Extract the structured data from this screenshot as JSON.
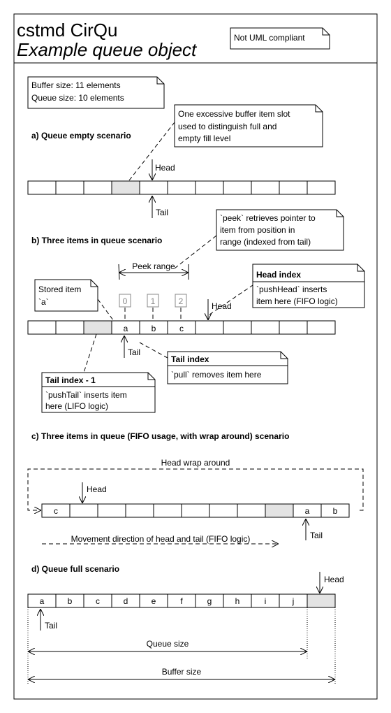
{
  "header": {
    "title": "cstmd CirQu",
    "subtitle": "Example queue object",
    "note": "Not UML compliant"
  },
  "info_note": [
    "Buffer size: 11 elements",
    "Queue size: 10 elements"
  ],
  "section_a": {
    "title": "a) Queue empty scenario",
    "note": [
      "One excessive buffer item slot",
      "used to distinguish full and",
      "empty fill level"
    ],
    "head_label": "Head",
    "tail_label": "Tail"
  },
  "section_b": {
    "title": "b) Three items in queue scenario",
    "peek_note": [
      "`peek` retrieves pointer to",
      "item from position in",
      "range (indexed from tail)"
    ],
    "peek_range": "Peek range",
    "peek_indices": [
      "0",
      "1",
      "2"
    ],
    "items": [
      "a",
      "b",
      "c"
    ],
    "stored_note": [
      "Stored item",
      "`a`"
    ],
    "head_label": "Head",
    "tail_label": "Tail",
    "head_index_note": {
      "title": "Head index",
      "lines": [
        "`pushHead` inserts",
        "item here (FIFO logic)"
      ]
    },
    "tail_index_note": {
      "title": "Tail index",
      "lines": [
        "`pull` removes item here"
      ]
    },
    "tail_minus_note": {
      "title": "Tail index - 1",
      "lines": [
        "`pushTail` inserts item",
        "here (LIFO logic)"
      ]
    }
  },
  "section_c": {
    "title": "c) Three items in queue (FIFO usage, with wrap around) scenario",
    "wrap_label": "Head wrap around",
    "head_label": "Head",
    "tail_label": "Tail",
    "items": [
      "c",
      "",
      "",
      "",
      "",
      "",
      "",
      "",
      "",
      "a",
      "b"
    ],
    "movement_label": "Movement direction of head and tail (FIFO logic)"
  },
  "section_d": {
    "title": "d) Queue full scenario",
    "items": [
      "a",
      "b",
      "c",
      "d",
      "e",
      "f",
      "g",
      "h",
      "i",
      "j",
      ""
    ],
    "head_label": "Head",
    "tail_label": "Tail",
    "queue_size_label": "Queue size",
    "buffer_size_label": "Buffer size"
  }
}
